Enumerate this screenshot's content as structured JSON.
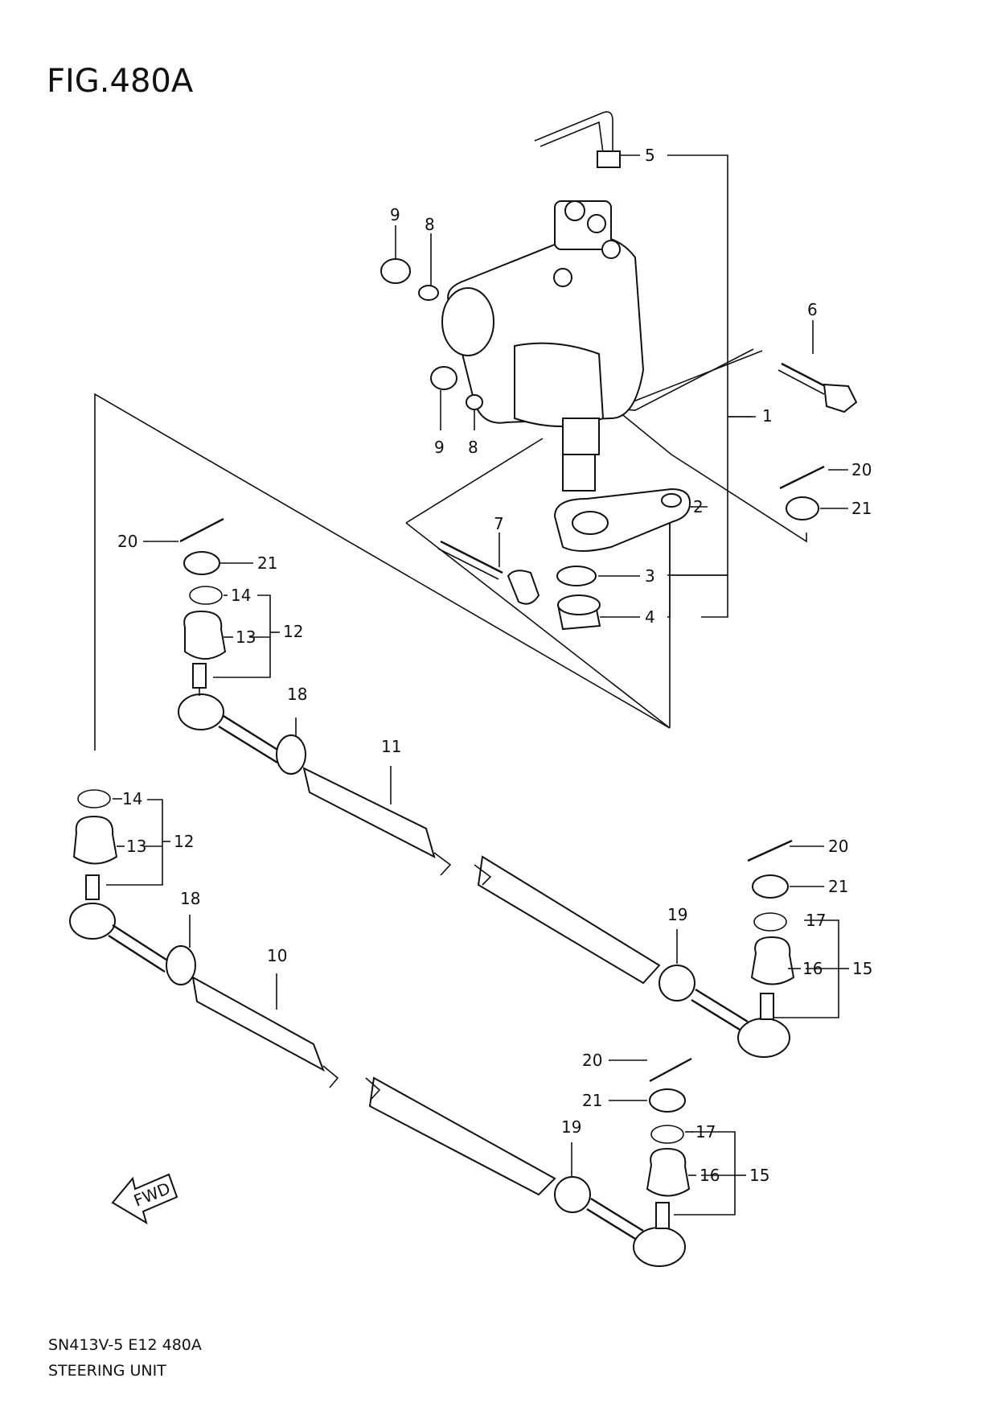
{
  "figure": {
    "title": "FIG.480A"
  },
  "footer": {
    "code": "SN413V-5 E12 480A",
    "name": "STEERING UNIT"
  },
  "callouts": {
    "c1": "1",
    "c2": "2",
    "c3": "3",
    "c4": "4",
    "c5": "5",
    "c6": "6",
    "c7": "7",
    "c8a": "8",
    "c8b": "8",
    "c9a": "9",
    "c9b": "9",
    "c10": "10",
    "c11": "11",
    "c12a": "12",
    "c12b": "12",
    "c13a": "13",
    "c13b": "13",
    "c14a": "14",
    "c14b": "14",
    "c15a": "15",
    "c15b": "15",
    "c16a": "16",
    "c16b": "16",
    "c17a": "17",
    "c17b": "17",
    "c18a": "18",
    "c18b": "18",
    "c19a": "19",
    "c19b": "19",
    "c20a": "20",
    "c20b": "20",
    "c20c": "20",
    "c20d": "20",
    "c21a": "21",
    "c21b": "21",
    "c21c": "21",
    "c21d": "21"
  },
  "fwd_label": "FWD"
}
